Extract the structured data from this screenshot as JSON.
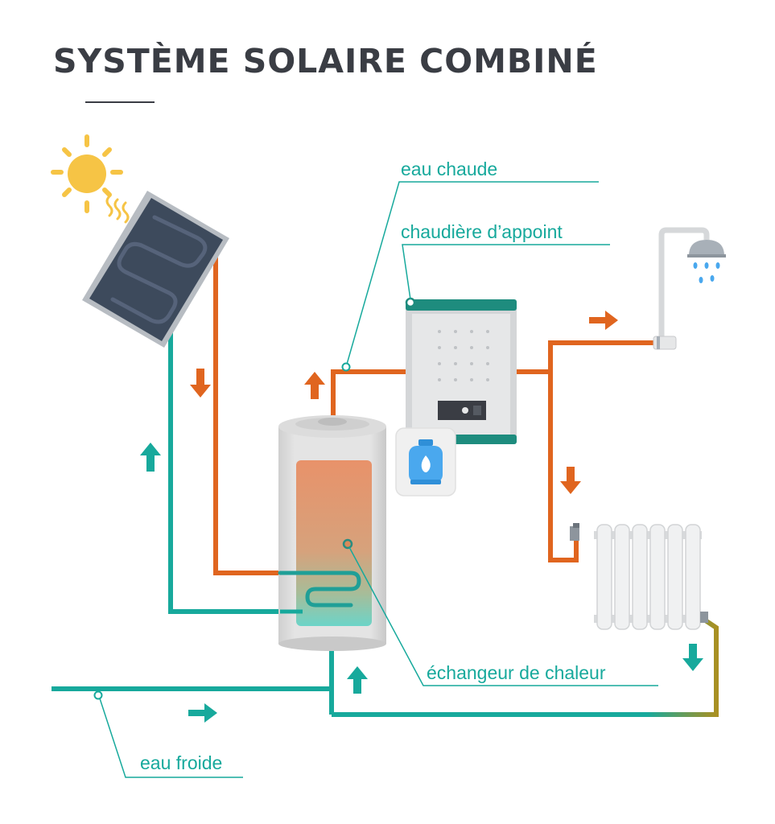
{
  "title": "SYSTÈME SOLAIRE COMBINÉ",
  "labels": {
    "hot_water": "eau chaude",
    "boiler": "chaudière d’appoint",
    "heat_exchanger": "échangeur de chaleur",
    "cold_water": "eau froide"
  },
  "icons": [
    "sun-icon",
    "solar-panel-icon",
    "storage-tank-icon",
    "boiler-icon",
    "gas-bottle-icon",
    "shower-icon",
    "radiator-icon",
    "flow-arrow-icon"
  ],
  "colors": {
    "title": "#3a3d44",
    "hot_pipe": "#e0651f",
    "cold_pipe": "#17a99c",
    "label": "#17a99c",
    "sun": "#f6c445",
    "panel": "#3d4a5c"
  }
}
